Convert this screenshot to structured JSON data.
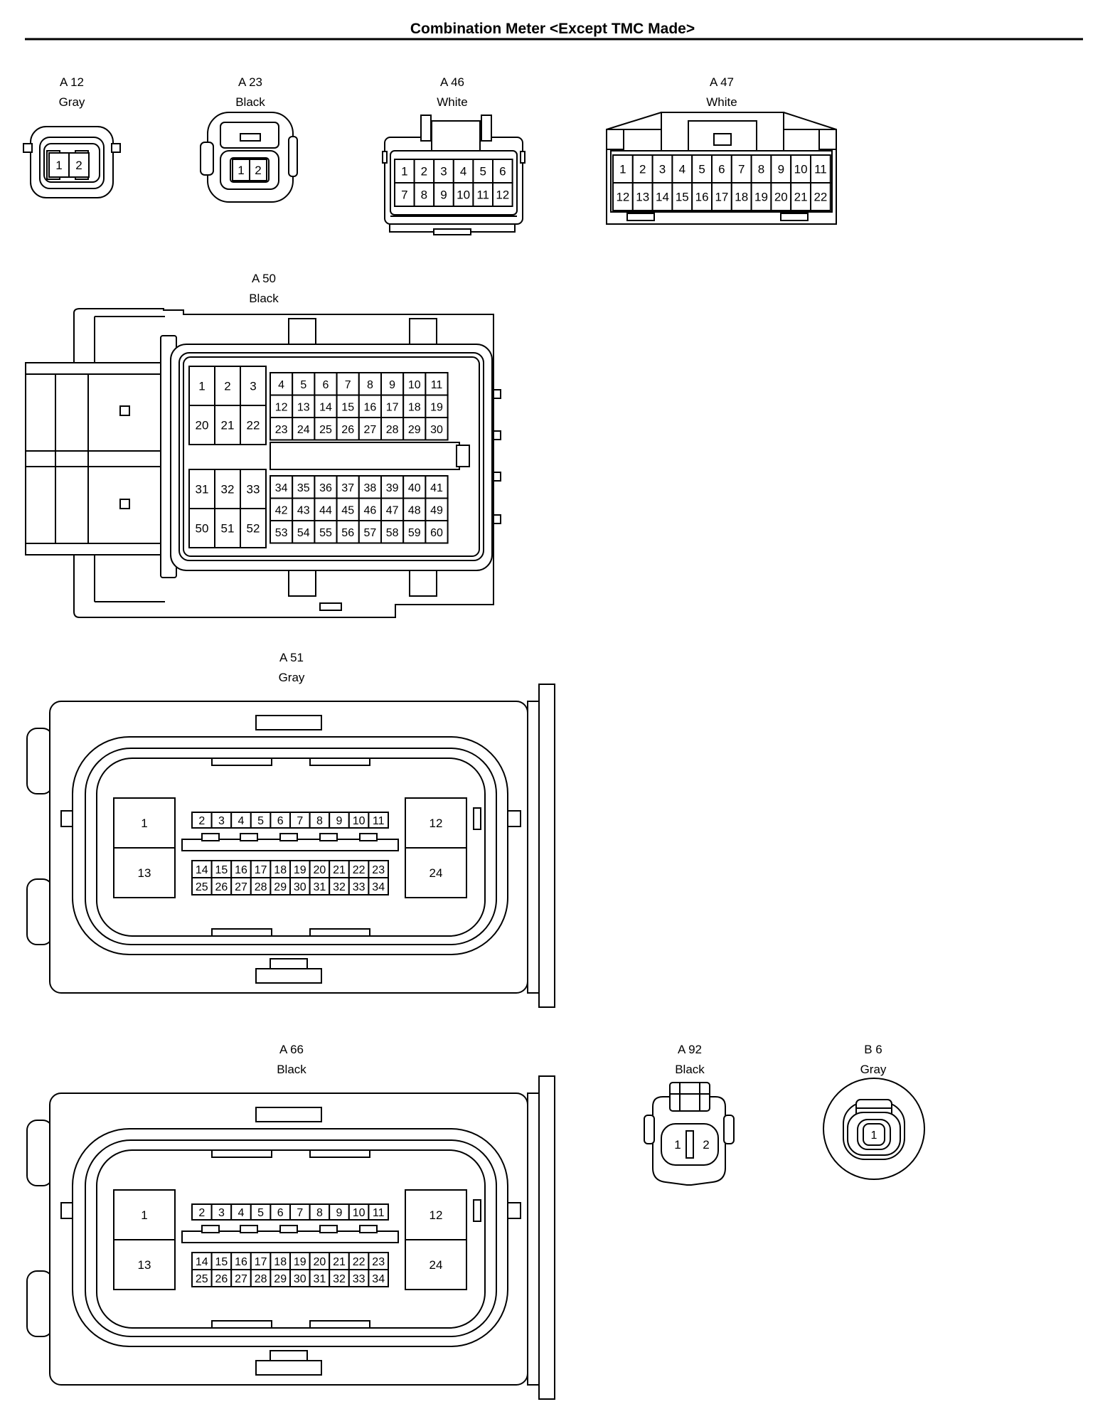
{
  "title": "Combination Meter <Except TMC Made>",
  "connectors": {
    "a12": {
      "id": "A 12",
      "color": "Gray",
      "rows": [
        [
          "1",
          "2"
        ]
      ]
    },
    "a23": {
      "id": "A 23",
      "color": "Black",
      "rows": [
        [
          "1",
          "2"
        ]
      ]
    },
    "a46": {
      "id": "A 46",
      "color": "White",
      "rows": [
        [
          "1",
          "2",
          "3",
          "4",
          "5",
          "6"
        ],
        [
          "7",
          "8",
          "9",
          "10",
          "11",
          "12"
        ]
      ]
    },
    "a47": {
      "id": "A 47",
      "color": "White",
      "rows": [
        [
          "1",
          "2",
          "3",
          "4",
          "5",
          "6",
          "7",
          "8",
          "9",
          "10",
          "11"
        ],
        [
          "12",
          "13",
          "14",
          "15",
          "16",
          "17",
          "18",
          "19",
          "20",
          "21",
          "22"
        ]
      ]
    },
    "a50": {
      "id": "A 50",
      "color": "Black",
      "left_top": [
        [
          "1",
          "2",
          "3"
        ],
        [
          "20",
          "21",
          "22"
        ]
      ],
      "right_top": [
        [
          "4",
          "5",
          "6",
          "7",
          "8",
          "9",
          "10",
          "11"
        ],
        [
          "12",
          "13",
          "14",
          "15",
          "16",
          "17",
          "18",
          "19"
        ],
        [
          "23",
          "24",
          "25",
          "26",
          "27",
          "28",
          "29",
          "30"
        ]
      ],
      "left_bottom": [
        [
          "31",
          "32",
          "33"
        ],
        [
          "50",
          "51",
          "52"
        ]
      ],
      "right_bottom": [
        [
          "34",
          "35",
          "36",
          "37",
          "38",
          "39",
          "40",
          "41"
        ],
        [
          "42",
          "43",
          "44",
          "45",
          "46",
          "47",
          "48",
          "49"
        ],
        [
          "53",
          "54",
          "55",
          "56",
          "57",
          "58",
          "59",
          "60"
        ]
      ]
    },
    "a51": {
      "id": "A 51",
      "color": "Gray",
      "big_left": [
        "1",
        "13"
      ],
      "big_right": [
        "12",
        "24"
      ],
      "top_row": [
        "2",
        "3",
        "4",
        "5",
        "6",
        "7",
        "8",
        "9",
        "10",
        "11"
      ],
      "bottom_rows": [
        [
          "14",
          "15",
          "16",
          "17",
          "18",
          "19",
          "20",
          "21",
          "22",
          "23"
        ],
        [
          "25",
          "26",
          "27",
          "28",
          "29",
          "30",
          "31",
          "32",
          "33",
          "34"
        ]
      ]
    },
    "a66": {
      "id": "A 66",
      "color": "Black",
      "big_left": [
        "1",
        "13"
      ],
      "big_right": [
        "12",
        "24"
      ],
      "top_row": [
        "2",
        "3",
        "4",
        "5",
        "6",
        "7",
        "8",
        "9",
        "10",
        "11"
      ],
      "bottom_rows": [
        [
          "14",
          "15",
          "16",
          "17",
          "18",
          "19",
          "20",
          "21",
          "22",
          "23"
        ],
        [
          "25",
          "26",
          "27",
          "28",
          "29",
          "30",
          "31",
          "32",
          "33",
          "34"
        ]
      ]
    },
    "a92": {
      "id": "A 92",
      "color": "Black",
      "rows": [
        [
          "1",
          "2"
        ]
      ]
    },
    "b6": {
      "id": "B 6",
      "color": "Gray",
      "rows": [
        [
          "1"
        ]
      ]
    }
  }
}
